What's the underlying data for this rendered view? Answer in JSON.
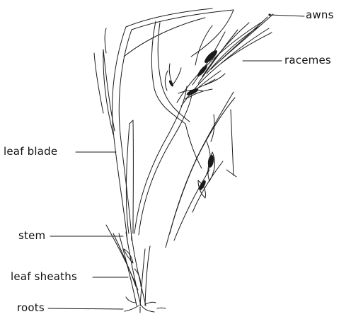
{
  "labels": {
    "awns": "awns",
    "racemes": "racemes",
    "leaf_blade": "leaf blade",
    "stem": "stem",
    "leaf_sheaths": "leaf sheaths",
    "roots": "roots"
  },
  "colors": {
    "ink": "#1a1a1a",
    "background": "#ffffff"
  }
}
